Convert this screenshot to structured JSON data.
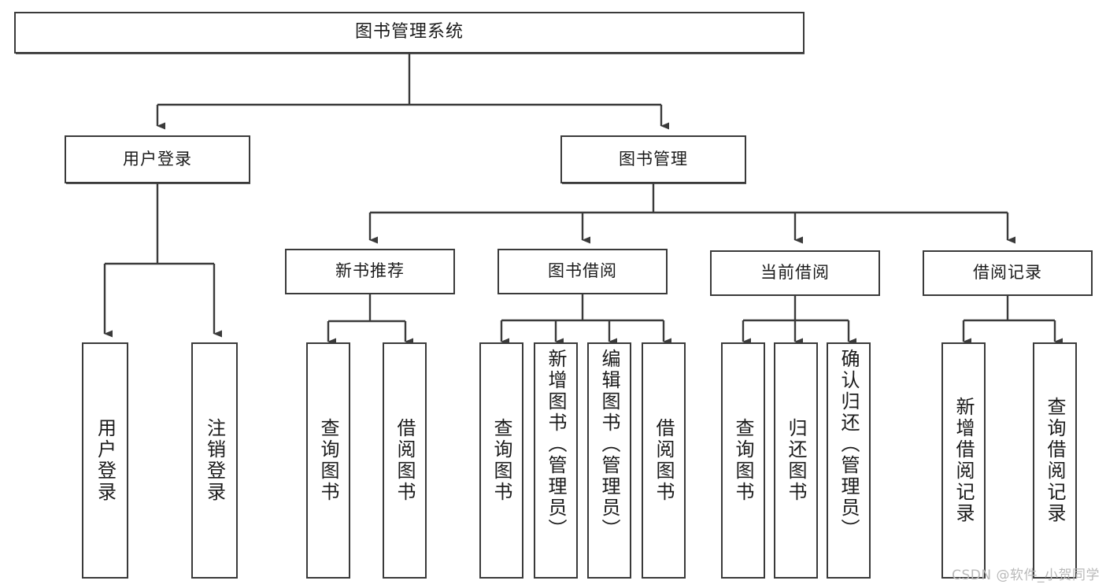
{
  "diagram": {
    "kind": "tree-hierarchy-chart",
    "root": {
      "id": "root",
      "label": "图书管理系统"
    },
    "level1": [
      {
        "id": "user-login",
        "label": "用户登录"
      },
      {
        "id": "book-manage",
        "label": "图书管理"
      }
    ],
    "level2": [
      {
        "id": "new-book-rec",
        "label": "新书推荐",
        "parent": "book-manage"
      },
      {
        "id": "book-borrow",
        "label": "图书借阅",
        "parent": "book-manage"
      },
      {
        "id": "current-borrow",
        "label": "当前借阅",
        "parent": "book-manage"
      },
      {
        "id": "borrow-record",
        "label": "借阅记录",
        "parent": "book-manage"
      }
    ],
    "leaves": [
      {
        "id": "leaf-user-login",
        "label": "用户登录",
        "parent": "user-login"
      },
      {
        "id": "leaf-logout",
        "label": "注销登录",
        "parent": "user-login"
      },
      {
        "id": "leaf-query-book-1",
        "label": "查询图书",
        "parent": "new-book-rec"
      },
      {
        "id": "leaf-borrow-book-1",
        "label": "借阅图书",
        "parent": "new-book-rec"
      },
      {
        "id": "leaf-query-book-2",
        "label": "查询图书",
        "parent": "book-borrow"
      },
      {
        "id": "leaf-add-book",
        "label": "新增图书（管理员）",
        "parent": "book-borrow"
      },
      {
        "id": "leaf-edit-book",
        "label": "编辑图书（管理员）",
        "parent": "book-borrow"
      },
      {
        "id": "leaf-borrow-book-2",
        "label": "借阅图书",
        "parent": "book-borrow"
      },
      {
        "id": "leaf-query-book-3",
        "label": "查询图书",
        "parent": "current-borrow"
      },
      {
        "id": "leaf-return-book",
        "label": "归还图书",
        "parent": "current-borrow"
      },
      {
        "id": "leaf-confirm-return",
        "label": "确认归还（管理员）",
        "parent": "current-borrow"
      },
      {
        "id": "leaf-add-record",
        "label": "新增借阅记录",
        "parent": "borrow-record"
      },
      {
        "id": "leaf-query-record",
        "label": "查询借阅记录",
        "parent": "borrow-record"
      }
    ],
    "colors": {
      "stroke": "#3a3a3a",
      "text": "#1b1b1b",
      "background": "#ffffff",
      "watermark": "#b9b9b9"
    }
  },
  "watermark": {
    "text": "CSDN @软件_小贺同学"
  }
}
